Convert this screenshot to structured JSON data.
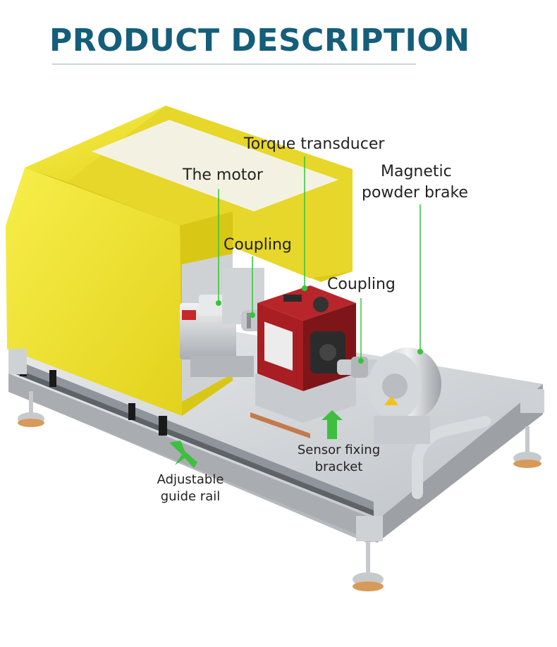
{
  "header": {
    "title": "PRODUCT DESCRIPTION"
  },
  "labels": {
    "torque_transducer": "Torque transducer",
    "motor": "The motor",
    "magnetic_brake_line1": "Magnetic",
    "magnetic_brake_line2": "powder brake",
    "coupling_left": "Coupling",
    "coupling_right": "Coupling",
    "sensor_bracket_line1": "Sensor fixing",
    "sensor_bracket_line2": "bracket",
    "guide_rail_line1": "Adjustable",
    "guide_rail_line2": "guide rail"
  },
  "colors": {
    "title": "#155e7a",
    "cover_yellow": "#f2e52b",
    "transducer_red": "#a81e22",
    "leader_green": "#35c43a",
    "plate_silver": "#d4d7da"
  }
}
